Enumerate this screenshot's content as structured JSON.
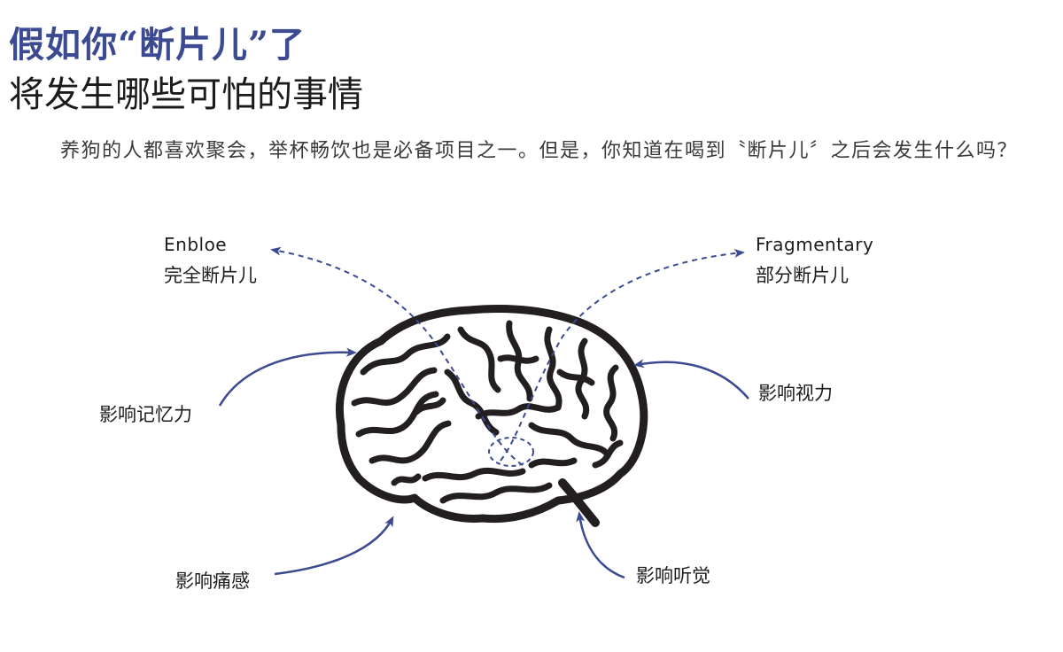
{
  "title": {
    "line1": "假如你“断片儿”了",
    "line2": "将发生哪些可怕的事情"
  },
  "intro": "养狗的人都喜欢聚会，举杯畅饮也是必备项目之一。但是，你知道在喝到〝断片儿〞之后会发生什么吗？",
  "diagram": {
    "types": [
      {
        "en": "Enbloe",
        "zh": "完全断片儿"
      },
      {
        "en": "Fragmentary",
        "zh": "部分断片儿"
      }
    ],
    "effects": {
      "memory": "影响记忆力",
      "vision": "影响视力",
      "pain": "影响痛感",
      "hearing": "影响听觉"
    }
  },
  "colors": {
    "title_accent": "#3b4a91",
    "arrow": "#3b4a91",
    "brain_outline": "#231f20"
  }
}
